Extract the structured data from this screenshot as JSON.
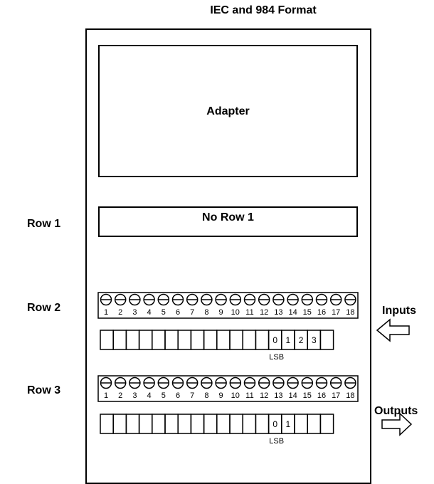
{
  "title": "IEC and 984 Format",
  "adapter_label": "Adapter",
  "no_row_label": "No Row 1",
  "row_labels": [
    "Row 1",
    "Row 2",
    "Row 3"
  ],
  "terminal_numbers": [
    "1",
    "2",
    "3",
    "4",
    "5",
    "6",
    "7",
    "8",
    "9",
    "10",
    "11",
    "12",
    "13",
    "14",
    "15",
    "16",
    "17",
    "18"
  ],
  "inputs_label": "Inputs",
  "outputs_label": "Outputs",
  "row2_bits": [
    "0",
    "1",
    "2",
    "3"
  ],
  "row3_bits": [
    "0",
    "1"
  ],
  "lsb_label": "LSB",
  "colors": {
    "line": "#000000",
    "background": "#ffffff"
  },
  "icons": {
    "screw_terminal": "screw-terminal-icon",
    "input_arrow": "arrow-left-icon",
    "output_arrow": "arrow-right-icon"
  }
}
